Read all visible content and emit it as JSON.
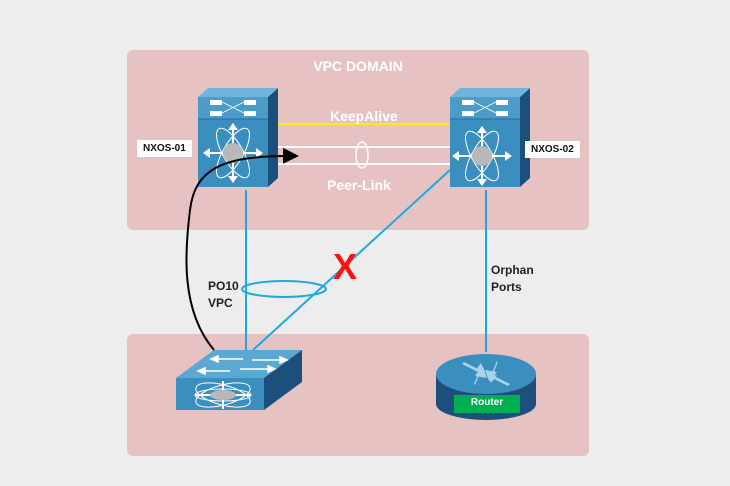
{
  "domain_title": "VPC DOMAIN",
  "switches": {
    "left": {
      "name": "NXOS-01"
    },
    "right": {
      "name": "NXOS-02"
    }
  },
  "links": {
    "keepalive": {
      "label": "KeepAlive",
      "color": "#ffee00"
    },
    "peer_link": {
      "label": "Peer-Link",
      "color": "#ffffff"
    },
    "port_channel": {
      "label_line1": "PO10",
      "label_line2": "VPC",
      "color": "#1fa9e1"
    },
    "orphan": {
      "label_line1": "Orphan",
      "label_line2": "Ports"
    },
    "failed_marker": "X"
  },
  "router": {
    "label": "Router",
    "badge_color": "#00b050"
  },
  "colors": {
    "background": "#ededed",
    "domain_box": "#e6c3c2",
    "device_front": "#3a8fbf",
    "device_top": "#5ba9d3",
    "device_side": "#1d4f7c",
    "failure": "#ff1010"
  }
}
